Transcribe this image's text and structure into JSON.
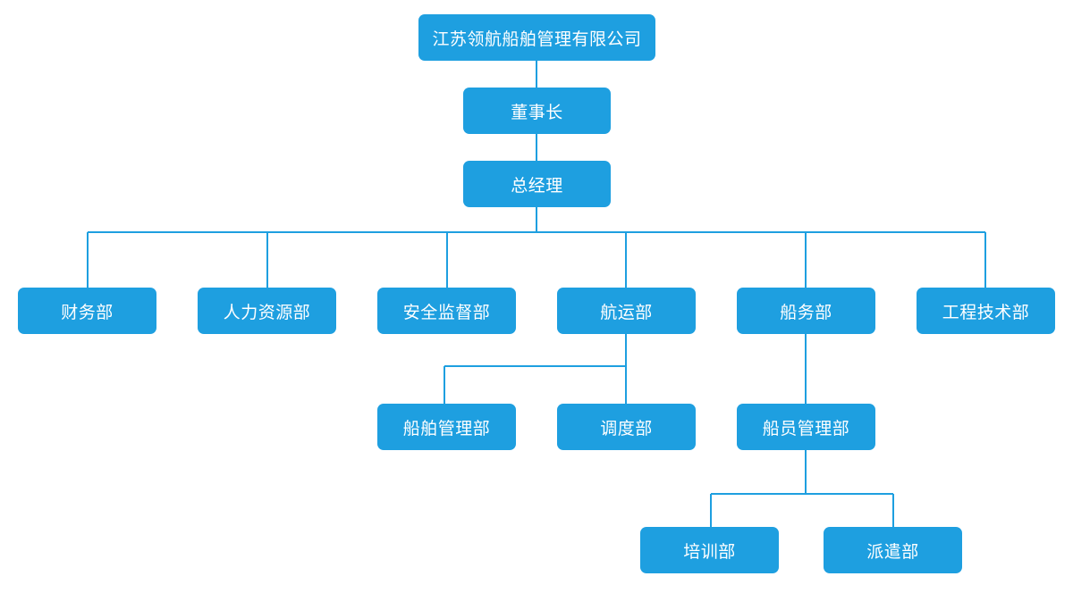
{
  "nodes": {
    "company": "江苏领航船舶管理有限公司",
    "chairman": "董事长",
    "gm": "总经理",
    "finance": "财务部",
    "hr": "人力资源部",
    "safety": "安全监督部",
    "shipping": "航运部",
    "ship_affairs": "船务部",
    "engineering": "工程技术部",
    "ship_mgmt": "船舶管理部",
    "dispatch": "调度部",
    "crew_mgmt": "船员管理部",
    "training": "培训部",
    "assignment": "派遣部"
  },
  "colors": {
    "box": "#1e9fe0",
    "line": "#1e9fe0",
    "text": "#ffffff"
  }
}
